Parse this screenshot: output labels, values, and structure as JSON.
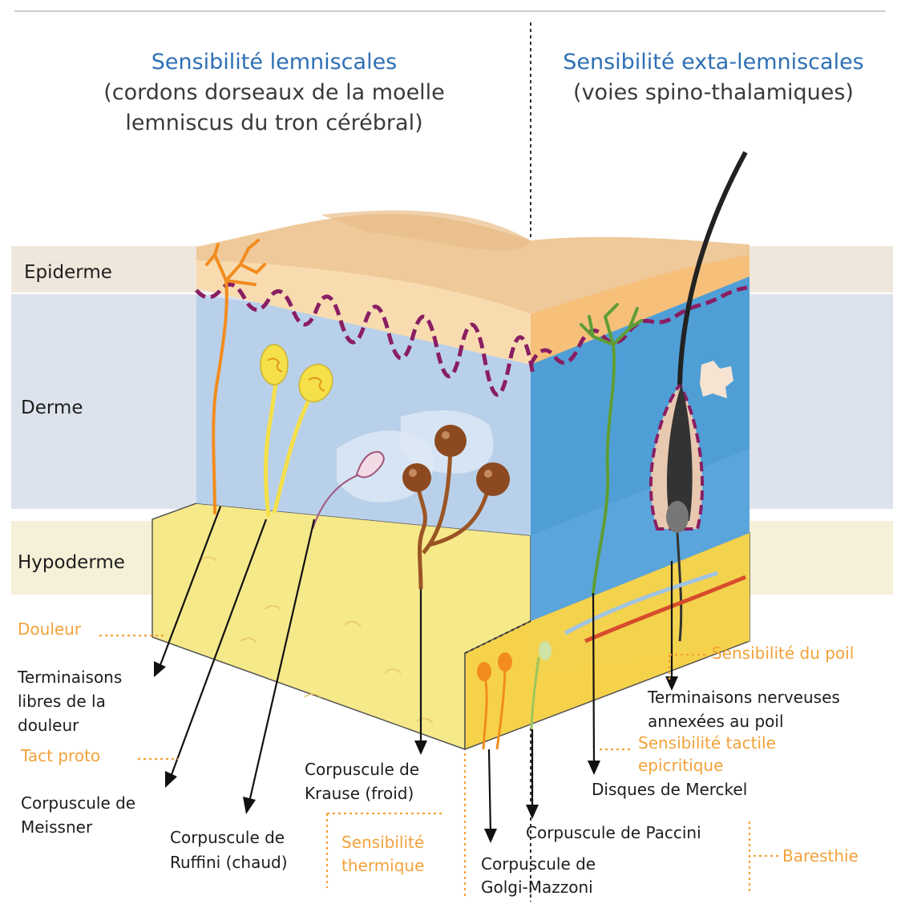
{
  "headers": {
    "left_title": "Sensibilité lemniscales",
    "left_sub_1": "(cordons dorseaux de la moelle",
    "left_sub_2": "lemniscus du tron cérébral)",
    "right_title": "Sensibilité exta-lemniscales",
    "right_sub": "(voies spino-thalamiques)"
  },
  "layers": {
    "epiderme": "Epiderme",
    "derme": "Derme",
    "hypoderme": "Hypoderme"
  },
  "labels": {
    "douleur": "Douleur",
    "terminaisons_libres": [
      "Terminaisons",
      "libres de la",
      "douleur"
    ],
    "tact_proto": "Tact proto",
    "meissner": [
      "Corpuscule de",
      "Meissner"
    ],
    "ruffini": [
      "Corpuscule de",
      "Ruffini (chaud)"
    ],
    "sens_thermique": [
      "Sensibilité",
      "thermique"
    ],
    "krause": [
      "Corpuscule de",
      "Krause (froid)"
    ],
    "golgi": [
      "Corpuscule de",
      "Golgi-Mazzoni"
    ],
    "paccini": "Corpuscule de Paccini",
    "baresthie": "Baresthie",
    "merckel": "Disques de Merckel",
    "sens_tactile": [
      "Sensibilité tactile",
      "epicritique"
    ],
    "term_nerveuses": [
      "Terminaisons nerveuses",
      "annexées au poil"
    ],
    "sens_poil": "Sensibilité du poil"
  },
  "colors": {
    "title_blue": "#2e6fb5",
    "orange_label": "#f2a23a",
    "epidermis": "#f8dcb0",
    "dermis": "#b9d0ea",
    "dermis_right": "#4f9fd6",
    "hypodermis": "#f6e98a",
    "basement_line": "#8a1e63"
  }
}
